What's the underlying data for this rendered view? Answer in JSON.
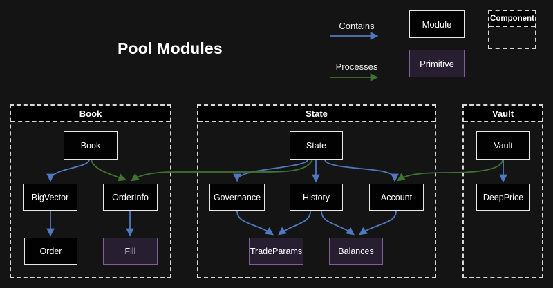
{
  "title": "Pool Modules",
  "legend": {
    "contains_label": "Contains",
    "processes_label": "Processes",
    "module_label": "Module",
    "primitive_label": "Primitive",
    "component_label": "Component"
  },
  "colors": {
    "background": "#141414",
    "contains_arrow_blue": "#4e79c0",
    "processes_arrow_green": "#3f7330",
    "module_bg": "#020202",
    "module_border": "#e8e8e8",
    "primitive_bg": "#271e31",
    "primitive_border": "#7e5f9c",
    "container_dashed_border": "#d8d8d8",
    "container_header_bg": "#000000"
  },
  "groups": {
    "book": {
      "label": "Book"
    },
    "state": {
      "label": "State"
    },
    "vault": {
      "label": "Vault"
    }
  },
  "nodes": {
    "book": {
      "label": "Book",
      "type": "module"
    },
    "bigvector": {
      "label": "BigVector",
      "type": "module"
    },
    "orderinfo": {
      "label": "OrderInfo",
      "type": "module"
    },
    "order": {
      "label": "Order",
      "type": "module"
    },
    "fill": {
      "label": "Fill",
      "type": "primitive"
    },
    "state": {
      "label": "State",
      "type": "module"
    },
    "governance": {
      "label": "Governance",
      "type": "module"
    },
    "history": {
      "label": "History",
      "type": "module"
    },
    "account": {
      "label": "Account",
      "type": "module"
    },
    "tradeparams": {
      "label": "TradeParams",
      "type": "primitive"
    },
    "balances": {
      "label": "Balances",
      "type": "primitive"
    },
    "vault": {
      "label": "Vault",
      "type": "module"
    },
    "deepprice": {
      "label": "DeepPrice",
      "type": "module"
    }
  },
  "edges": [
    {
      "from": "Book",
      "to": "BigVector",
      "relation": "contains"
    },
    {
      "from": "BigVector",
      "to": "Order",
      "relation": "contains"
    },
    {
      "from": "OrderInfo",
      "to": "Fill",
      "relation": "contains"
    },
    {
      "from": "State",
      "to": "Governance",
      "relation": "contains"
    },
    {
      "from": "State",
      "to": "History",
      "relation": "contains"
    },
    {
      "from": "State",
      "to": "Account",
      "relation": "contains"
    },
    {
      "from": "Governance",
      "to": "TradeParams",
      "relation": "contains"
    },
    {
      "from": "History",
      "to": "TradeParams",
      "relation": "contains"
    },
    {
      "from": "History",
      "to": "Balances",
      "relation": "contains"
    },
    {
      "from": "Account",
      "to": "Balances",
      "relation": "contains"
    },
    {
      "from": "Vault",
      "to": "DeepPrice",
      "relation": "contains"
    },
    {
      "from": "Book",
      "to": "OrderInfo",
      "relation": "processes"
    },
    {
      "from": "State",
      "to": "OrderInfo",
      "relation": "processes"
    },
    {
      "from": "Vault",
      "to": "Account",
      "relation": "processes"
    }
  ]
}
